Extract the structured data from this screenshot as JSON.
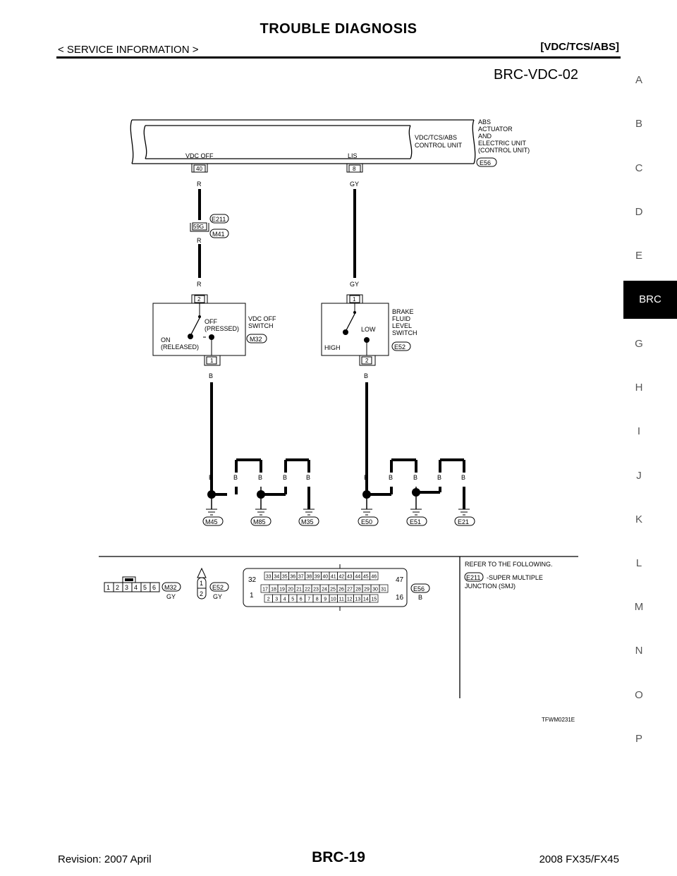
{
  "header": {
    "title": "TROUBLE DIAGNOSIS",
    "section": "< SERVICE INFORMATION >",
    "system": "[VDC/TCS/ABS]"
  },
  "side_index": {
    "items": [
      "A",
      "B",
      "C",
      "D",
      "E",
      "BRC",
      "G",
      "H",
      "I",
      "J",
      "K",
      "L",
      "M",
      "N",
      "O",
      "P"
    ],
    "active": "BRC"
  },
  "diagram": {
    "id": "BRC-VDC-02",
    "control_unit": {
      "inner_label": [
        "VDC/TCS/ABS",
        "CONTROL UNIT"
      ],
      "outer_label": [
        "ABS",
        "ACTUATOR",
        "AND",
        "ELECTRIC UNIT",
        "(CONTROL UNIT)"
      ],
      "connector": "E56",
      "pin_left_name": "VDC OFF",
      "pin_left_num": "40",
      "pin_right_name": "LIS",
      "pin_right_num": "8"
    },
    "wires": {
      "r": "R",
      "gy": "GY",
      "b": "B"
    },
    "junction": {
      "pin": "59G",
      "conn_top": "E211",
      "conn_bottom": "M41"
    },
    "vdc_switch": {
      "label": [
        "VDC OFF",
        "SWITCH"
      ],
      "connector": "M32",
      "pin_top": "2",
      "pin_bottom": "1",
      "off_label": [
        "OFF",
        "(PRESSED)"
      ],
      "on_label": [
        "ON",
        "(RELEASED)"
      ]
    },
    "brake_switch": {
      "label": [
        "BRAKE",
        "FLUID",
        "LEVEL",
        "SWITCH"
      ],
      "connector": "E52",
      "pin_top": "1",
      "pin_bottom": "2",
      "low_label": "LOW",
      "high_label": "HIGH"
    },
    "grounds": [
      "M45",
      "M85",
      "M35",
      "E50",
      "E51",
      "E21"
    ],
    "connectors_view": {
      "m32_pins": [
        "1",
        "2",
        "3",
        "4",
        "5",
        "6"
      ],
      "m32_name": "M32",
      "m32_color": "GY",
      "e52_pins": [
        "1",
        "2"
      ],
      "e52_name": "E52",
      "e52_color": "GY",
      "e56_row1": [
        "33",
        "34",
        "35",
        "36",
        "37",
        "38",
        "39",
        "40",
        "41",
        "42",
        "43",
        "44",
        "45",
        "46"
      ],
      "e56_row2": [
        "17",
        "18",
        "19",
        "20",
        "21",
        "22",
        "23",
        "24",
        "25",
        "26",
        "27",
        "28",
        "29",
        "30",
        "31"
      ],
      "e56_row3": [
        "2",
        "3",
        "4",
        "5",
        "6",
        "7",
        "8",
        "9",
        "10",
        "11",
        "12",
        "13",
        "14",
        "15"
      ],
      "e56_left_top": "32",
      "e56_left_bottom": "1",
      "e56_right_top": "47",
      "e56_right_bottom": "16",
      "e56_name": "E56",
      "e56_color": "B"
    },
    "refer": {
      "title": "REFER TO THE FOLLOWING.",
      "conn": "E211",
      "desc1": "-SUPER MULTIPLE",
      "desc2": "JUNCTION (SMJ)"
    },
    "figure_code": "TFWM0231E"
  },
  "footer": {
    "revision": "Revision: 2007 April",
    "page": "BRC-19",
    "model": "2008 FX35/FX45"
  }
}
